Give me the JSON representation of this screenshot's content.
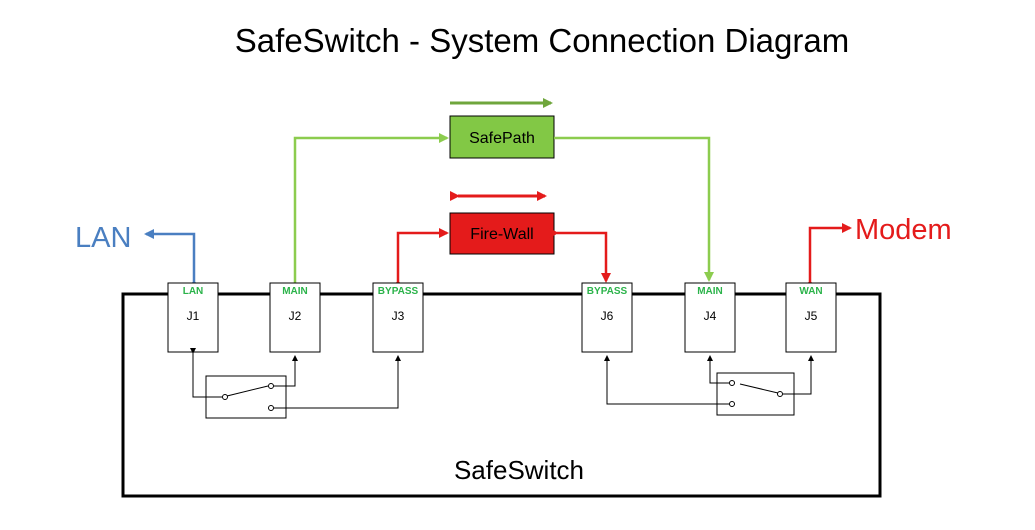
{
  "title": "SafeSwitch - System Connection Diagram",
  "safepath_label": "SafePath",
  "firewall_label": "Fire-Wall",
  "lan_label": "LAN",
  "modem_label": "Modem",
  "device_label": "SafeSwitch",
  "ports": {
    "j1": {
      "tag": "LAN",
      "id": "J1"
    },
    "j2": {
      "tag": "MAIN",
      "id": "J2"
    },
    "j3": {
      "tag": "BYPASS",
      "id": "J3"
    },
    "j6": {
      "tag": "BYPASS",
      "id": "J6"
    },
    "j4": {
      "tag": "MAIN",
      "id": "J4"
    },
    "j5": {
      "tag": "WAN",
      "id": "J5"
    }
  },
  "colors": {
    "green_line": "#8ccc4e",
    "green_fill": "#82c845",
    "red": "#e41b1b",
    "blue": "#4a7fc1",
    "port_tag": "#2bb34a"
  }
}
